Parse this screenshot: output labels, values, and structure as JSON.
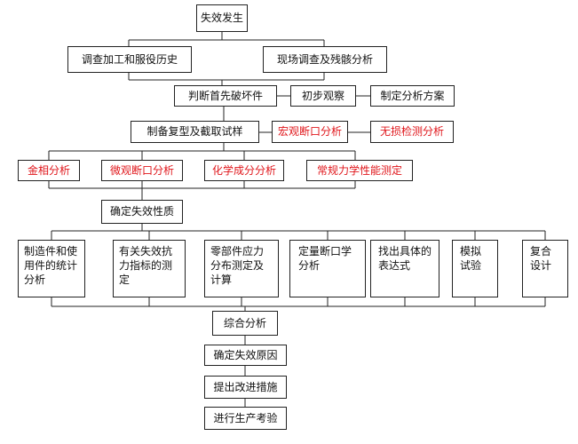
{
  "nodes": {
    "failure_occurs": "失效发生",
    "investigate_processing_history": "调查加工和服役历史",
    "site_investigation": "现场调查及残骸分析",
    "determine_first_broken_part": "判断首先破坏件",
    "initial_observation": "初步观察",
    "formulate_analysis_plan": "制定分析方案",
    "prepare_replica_sample": "制备复型及截取试样",
    "macro_fracture_analysis": "宏观断口分析",
    "nondestructive_testing_analysis": "无损检测分析",
    "metallographic_analysis": "金相分析",
    "micro_fracture_analysis": "微观断口分析",
    "chemical_composition_analysis": "化学成分分析",
    "mechanical_property_test": "常规力学性能测定",
    "determine_failure_nature": "确定失效性质",
    "statistics_of_parts": "制造件和使用件的统计分析",
    "fracture_resistance_test": "有关失效抗力指标的测定",
    "stress_distribution": "零部件应力分布测定及计算",
    "quantitative_fracture_analysis": "定量断口学分析",
    "find_expression": "找出具体的表达式",
    "simulation_test": "模拟试验",
    "composite_design": "复合设计",
    "comprehensive_analysis": "综合分析",
    "determine_failure_cause": "确定失效原因",
    "propose_improvements": "提出改进措施",
    "production_verification": "进行生产考验"
  },
  "colors": {
    "line": "#222222",
    "red_text": "#e0161b",
    "text": "#111111"
  }
}
